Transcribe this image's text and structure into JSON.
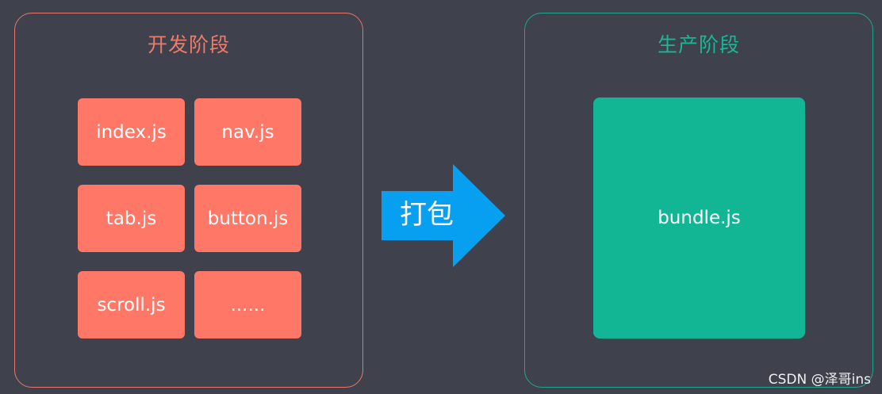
{
  "dev_stage": {
    "title": "开发阶段",
    "files": [
      "index.js",
      "nav.js",
      "tab.js",
      "button.js",
      "scroll.js",
      "......"
    ]
  },
  "prod_stage": {
    "title": "生产阶段",
    "bundle": "bundle.js"
  },
  "arrow": {
    "label": "打包"
  },
  "watermark": "CSDN @泽哥ins",
  "colors": {
    "background": "#3f424d",
    "dev_accent": "#ff7766",
    "prod_accent": "#12b594",
    "arrow": "#079ff0"
  }
}
